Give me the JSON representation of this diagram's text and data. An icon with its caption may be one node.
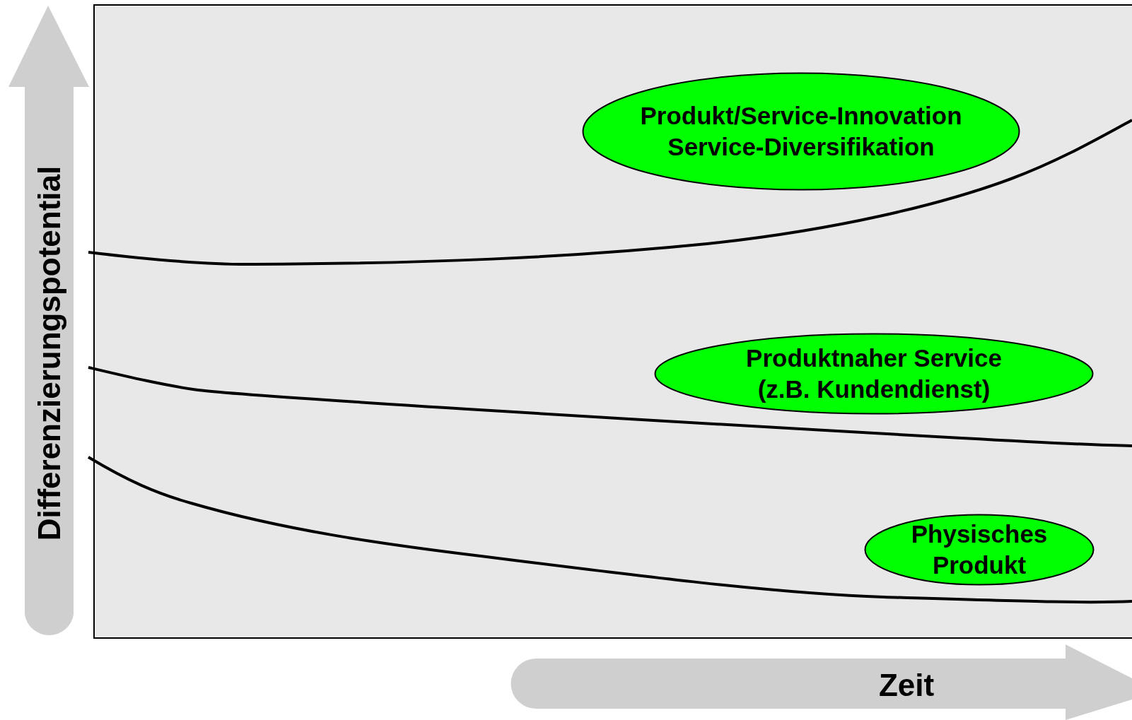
{
  "diagram": {
    "nodes": [
      {
        "text": [
          "Produkt/Service-Innovation Service-Diversifikation"
        ]
      },
      {
        "text": [
          "Produktnaher Service (z.B. Kundendienst)"
        ]
      },
      {
        "text": [
          "Physisches Produkt"
        ]
      }
    ],
    "labels": [
      "Differenzierungspotential",
      "Zeit"
    ]
  }
}
